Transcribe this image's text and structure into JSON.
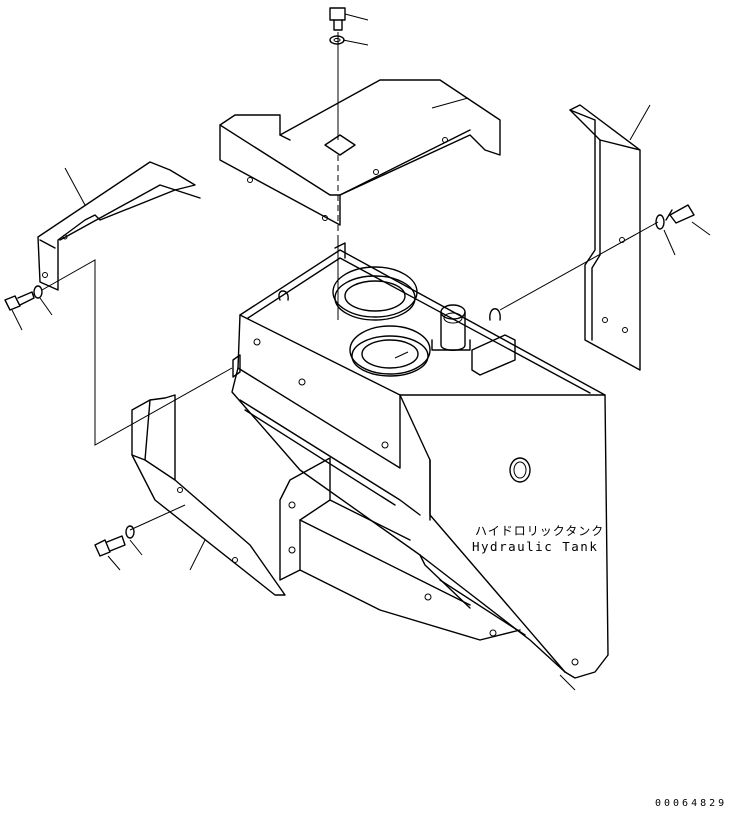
{
  "diagram": {
    "tank_label_jp": "ハイドロリックタンク",
    "tank_label_en": "Hydraulic Tank",
    "drawing_number": "00064829"
  }
}
